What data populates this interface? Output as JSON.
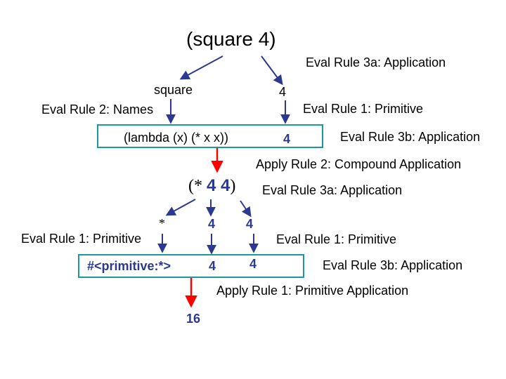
{
  "top_expr": "(square 4)",
  "level1": {
    "rule_3a": "Eval Rule 3a: Application",
    "operator": "square",
    "operand": "4",
    "rule_names": "Eval Rule 2: Names",
    "rule_primitive": "Eval Rule 1: Primitive",
    "lambda_value": "(lambda (x) (* x x))",
    "operand_value": "4",
    "rule_3b": "Eval Rule 3b: Application",
    "apply_rule": "Apply Rule 2: Compound Application"
  },
  "level2": {
    "expr_open": "(*",
    "expr_nums": "4 4",
    "expr_close": ")",
    "rule_3a": "Eval Rule 3a: Application",
    "operator": "*",
    "operand1": "4",
    "operand2": "4",
    "rule_primitive_left": "Eval Rule 1: Primitive",
    "rule_primitive_right": "Eval Rule 1: Primitive",
    "primitive_value": "#<primitive:*>",
    "operand1_value": "4",
    "operand2_value": "4",
    "rule_3b": "Eval Rule 3b: Application",
    "apply_rule": "Apply Rule 1: Primitive Application"
  },
  "result": "16",
  "colors": {
    "arrow": "#2b3990",
    "apply_arrow": "#ff0000",
    "box_border": "#1a9aa0",
    "value_text": "#2b3990"
  }
}
